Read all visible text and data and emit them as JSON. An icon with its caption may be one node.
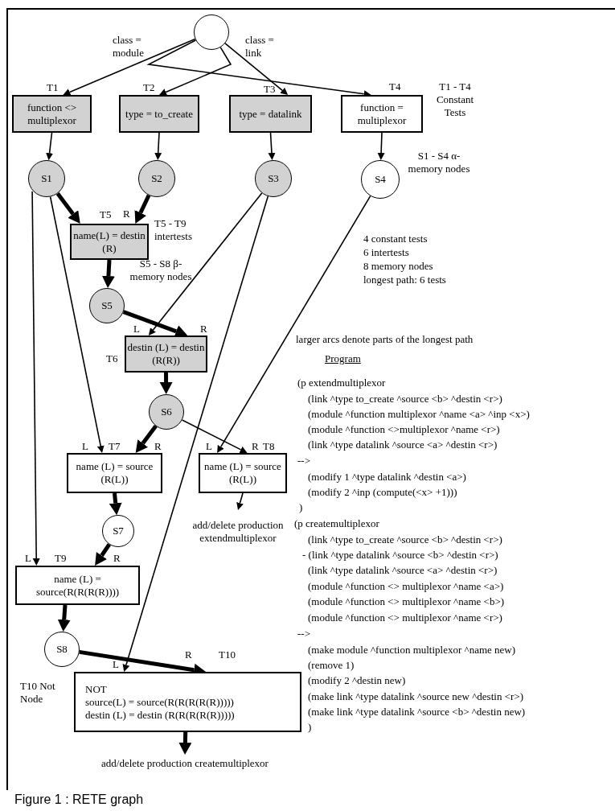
{
  "diagram": {
    "caption": "Figure 1 : RETE graph",
    "nodes": [
      {
        "text": [],
        "shape": "circle"
      },
      {
        "text": [
          "function <> multiplexor"
        ],
        "beside": [
          "T1"
        ]
      },
      {
        "text": [
          "type = to_create"
        ],
        "beside": [
          "T2"
        ]
      },
      {
        "text": [
          "type = datalink"
        ],
        "beside": [
          "T3"
        ]
      },
      {
        "text": [
          "function = multiplexor"
        ],
        "beside": [
          "T4"
        ]
      },
      {
        "text": [
          "S1"
        ]
      },
      {
        "text": [
          "S2"
        ]
      },
      {
        "text": [
          "S3"
        ]
      },
      {
        "text": [
          "S4"
        ]
      },
      {
        "text": [
          "name(L) = destin (R)"
        ],
        "beside": [
          "T5"
        ]
      },
      {
        "text": [
          "S5"
        ]
      },
      {
        "text": [
          "destin (L) = destin (R(R))"
        ],
        "beside": [
          "T6"
        ]
      },
      {
        "text": [
          "S6"
        ]
      },
      {
        "text": [
          "name (L) = source (R(L))"
        ],
        "beside": [
          "T7"
        ]
      },
      {
        "text": [
          "name (L) = source (R(L))"
        ],
        "beside": [
          "T8"
        ]
      },
      {
        "text": [
          "add/delete production extendmultiplexor"
        ]
      },
      {
        "text": [
          "S7"
        ]
      },
      {
        "text": [
          "name (L) = source(R(R(R(R))))"
        ],
        "beside": [
          "T9"
        ]
      },
      {
        "text": [
          "S8"
        ]
      },
      {
        "text": [
          "NOT",
          "source(L) = source(R(R(R(R(R)))))",
          "destin (L) = destin (R(R(R(R(R)))))"
        ],
        "beside": [
          "T10"
        ]
      },
      {
        "text": [
          "add/delete production createmultiplexor"
        ]
      }
    ],
    "edges": [
      {
        "from": 0,
        "to": 1,
        "arrow": "to"
      },
      {
        "from": 0,
        "to": 2,
        "arrow": "to"
      },
      {
        "from": 0,
        "to": 3,
        "arrow": "to"
      },
      {
        "from": 0,
        "to": 4,
        "arrow": "to"
      },
      {
        "from": 1,
        "to": 5,
        "arrow": "to"
      },
      {
        "from": 2,
        "to": 6,
        "arrow": "to"
      },
      {
        "from": 3,
        "to": 7,
        "arrow": "to"
      },
      {
        "from": 4,
        "to": 8,
        "arrow": "to"
      },
      {
        "from": 5,
        "to": 9,
        "arrow": "to",
        "style": "thick"
      },
      {
        "from": 6,
        "to": 9,
        "arrow": "to",
        "style": "thick"
      },
      {
        "from": 9,
        "to": 10,
        "arrow": "to",
        "style": "thick"
      },
      {
        "from": 5,
        "to": 13,
        "arrow": "to"
      },
      {
        "from": 5,
        "to": 17,
        "arrow": "to"
      },
      {
        "from": 7,
        "to": 11,
        "arrow": "to"
      },
      {
        "from": 7,
        "to": 19,
        "arrow": "to"
      },
      {
        "from": 10,
        "to": 11,
        "arrow": "to",
        "style": "thick"
      },
      {
        "from": 11,
        "to": 12,
        "arrow": "to",
        "style": "thick"
      },
      {
        "from": 12,
        "to": 13,
        "arrow": "to",
        "style": "thick"
      },
      {
        "from": 12,
        "to": 14,
        "arrow": "to"
      },
      {
        "from": 8,
        "to": 14,
        "arrow": "to"
      },
      {
        "from": 14,
        "to": 15,
        "arrow": "to"
      },
      {
        "from": 13,
        "to": 16,
        "arrow": "to",
        "style": "thick"
      },
      {
        "from": 16,
        "to": 17,
        "arrow": "to",
        "style": "thick"
      },
      {
        "from": 17,
        "to": 18,
        "arrow": "to",
        "style": "thick"
      },
      {
        "from": 18,
        "to": 19,
        "arrow": "to",
        "style": "thick"
      },
      {
        "from": 19,
        "to": 20,
        "arrow": "to",
        "style": "thick"
      }
    ],
    "labels": [
      "class = module",
      "class = link",
      "T1 - T4 Constant Tests",
      "S1 - S4 α-memory nodes",
      "R",
      "T5 - T9 intertests",
      "S5 - S8 β-memory nodes",
      "4 constant tests",
      "6 intertests",
      "8 memory nodes",
      "longest path: 6 tests",
      "L",
      "R",
      "larger arcs denote parts of the longest path",
      "Program",
      "(p extendmultiplexor",
      "(link ^type to_create ^source <b> ^destin <r>)",
      "(module ^function multiplexor ^name <a> ^inp <x>)",
      "(module ^function <>multiplexor ^name <r>)",
      "(link ^type datalink ^source <a> ^destin <r>)",
      "-->",
      "(modify 1 ^type datalink ^destin <a>)",
      "(modify 2 ^inp (compute(<x> +1)))",
      ")",
      "(p createmultiplexor",
      "(link ^type to_create ^source <b> ^destin <r>)",
      "- (link ^type datalink ^source <b> ^destin <r>)",
      "(link ^type datalink ^source <a> ^destin <r>)",
      "(module ^function <> multiplexor ^name <a>)",
      "(module ^function <> multiplexor ^name <b>)",
      "(module ^function <> multiplexor ^name <r>)",
      "-->",
      "(make module ^function multiplexor ^name new)",
      "(remove 1)",
      "(modify 2 ^destin new)",
      "(make link ^type datalink ^source new ^destin <r>)",
      "(make link ^type datalink ^source <b> ^destin new)",
      ")",
      "L",
      "R",
      "L",
      "R",
      "L",
      "R",
      "L",
      "R",
      "T10 Not Node"
    ]
  }
}
